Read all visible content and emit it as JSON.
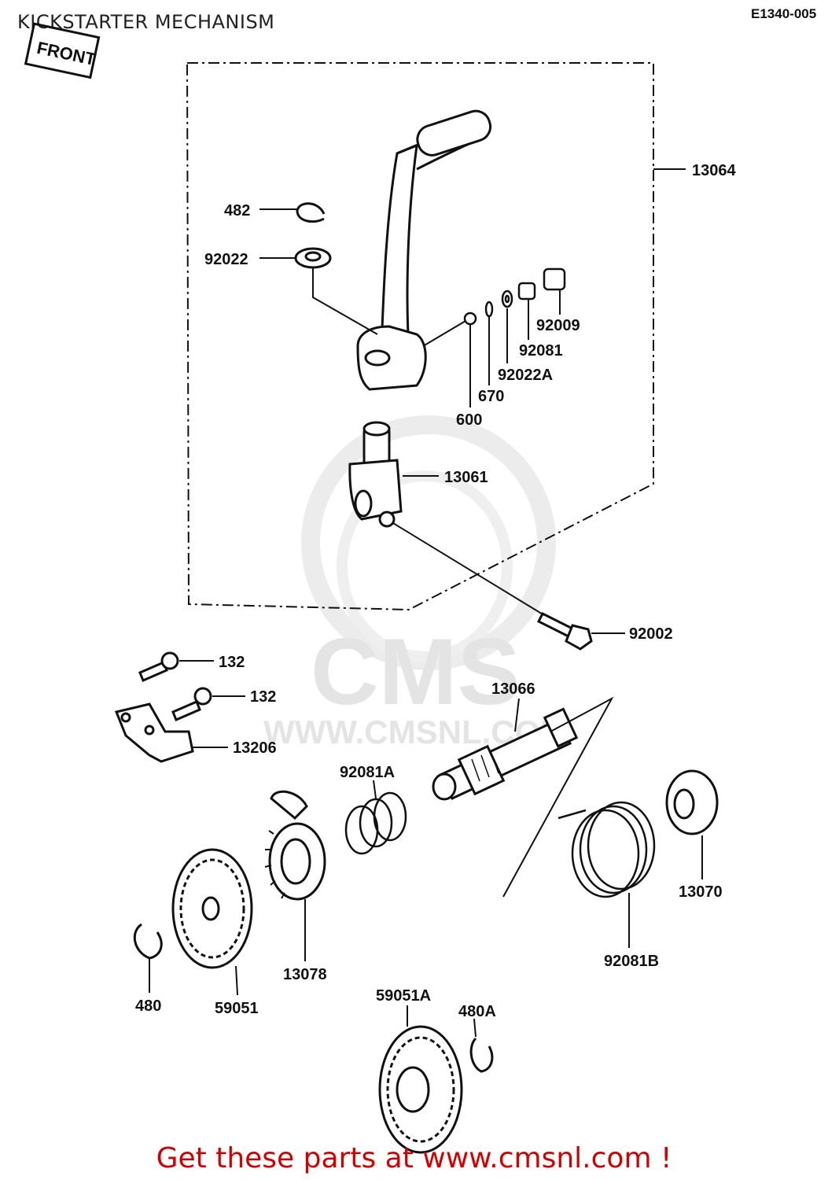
{
  "header": {
    "title": "KICKSTARTER MECHANISM",
    "code": "E1340-005"
  },
  "front_tag": "FRONT",
  "watermark": {
    "logo": "CMS",
    "site": "WWW.CMSNL.COM"
  },
  "footer": {
    "text": "Get these parts at www.cmsnl.com !",
    "color": "#d40000"
  },
  "labels": {
    "l13064": "13064",
    "l482": "482",
    "l92022": "92022",
    "l92009": "92009",
    "l92081": "92081",
    "l92022A": "92022A",
    "l670": "670",
    "l600": "600",
    "l13061": "13061",
    "l92002": "92002",
    "l132a": "132",
    "l132b": "132",
    "l13206": "13206",
    "l13066": "13066",
    "l92081A": "92081A",
    "l13070": "13070",
    "l92081B": "92081B",
    "l13078": "13078",
    "l480": "480",
    "l59051": "59051",
    "l59051A": "59051A",
    "l480A": "480A"
  }
}
